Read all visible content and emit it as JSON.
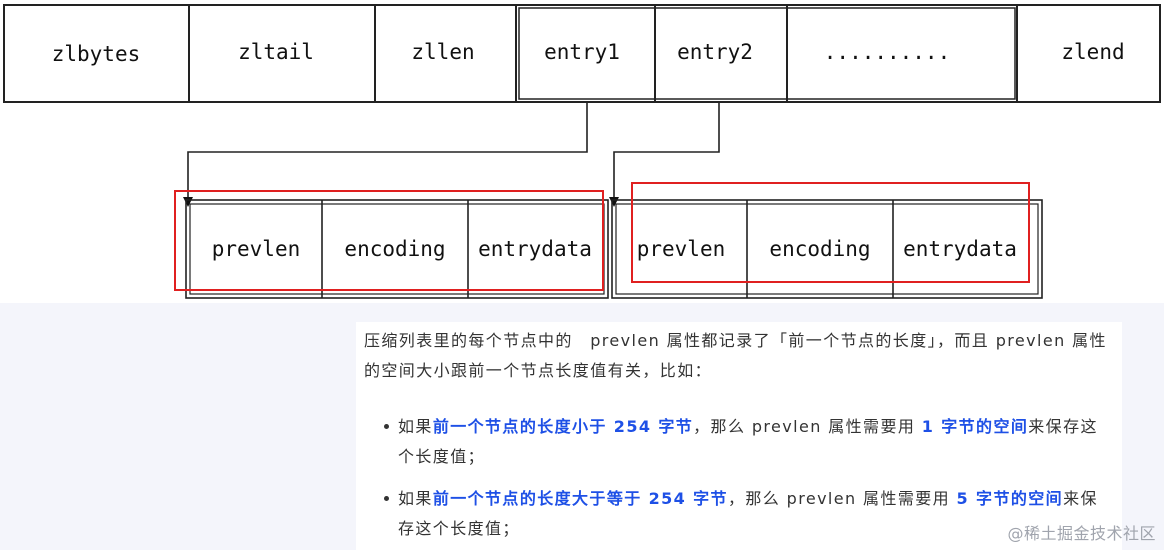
{
  "diagram": {
    "top_cells": [
      "zlbytes",
      "zltail",
      "zllen",
      "entry1",
      "entry2",
      "..........",
      "zlend"
    ],
    "entry_fields": [
      "prevlen",
      "encoding",
      "entrydata"
    ]
  },
  "text": {
    "intro": "压缩列表里的每个节点中的　prevlen 属性都记录了「前一个节点的长度」，而且 prevlen 属性的空间大小跟前一个节点长度值有关，比如：",
    "bullets": [
      {
        "prefix": "如果",
        "hl1": "前一个节点的长度小于 254 字节",
        "mid": "，那么 prevlen 属性需要用 ",
        "hl2": "1 字节的空间",
        "suffix": "来保存这个长度值；"
      },
      {
        "prefix": "如果",
        "hl1": "前一个节点的长度大于等于 254 字节",
        "mid": "，那么 prevlen 属性需要用 ",
        "hl2": "5 字节的空间",
        "suffix": "来保存这个长度值；"
      }
    ]
  },
  "watermark": "@稀土掘金技术社区",
  "colors": {
    "highlight": "#1e50e6",
    "annotation_box": "#e02020"
  }
}
